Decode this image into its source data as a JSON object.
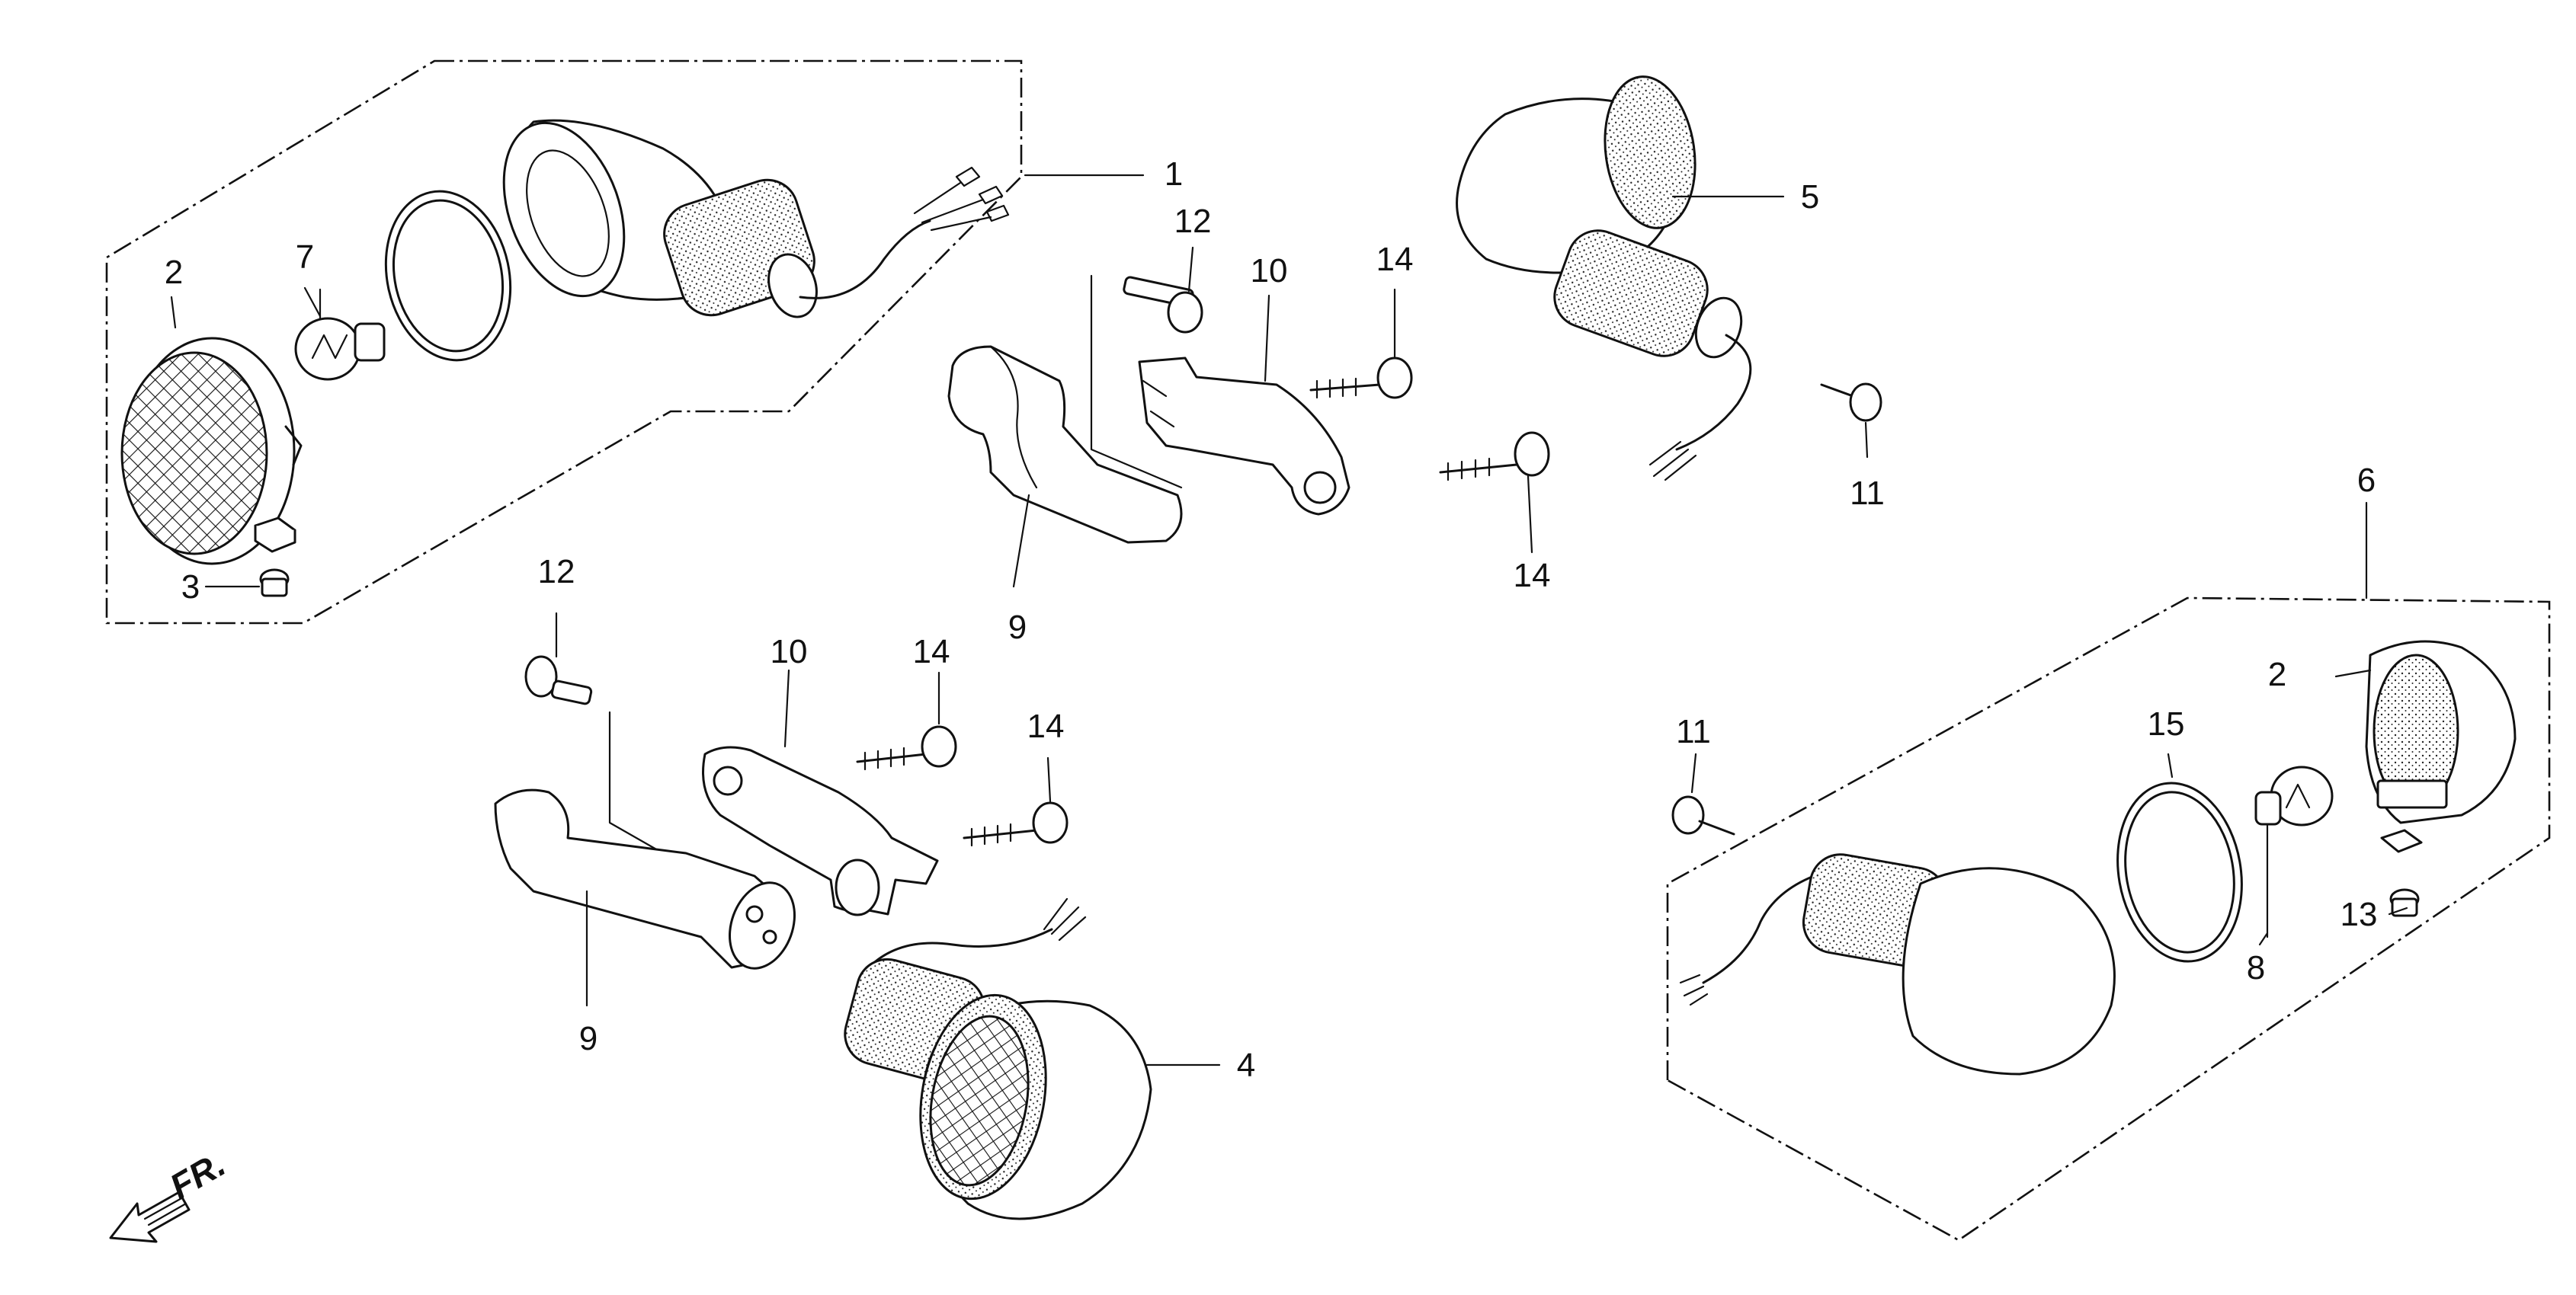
{
  "callouts": {
    "c1": "1",
    "c2a": "2",
    "c2b": "2",
    "c3": "3",
    "c4": "4",
    "c5": "5",
    "c6": "6",
    "c7": "7",
    "c8": "8",
    "c9a": "9",
    "c9b": "9",
    "c10a": "10",
    "c10b": "10",
    "c11a": "11",
    "c11b": "11",
    "c12a": "12",
    "c12b": "12",
    "c13": "13",
    "c14a": "14",
    "c14b": "14",
    "c14c": "14",
    "c14d": "14",
    "c15": "15"
  },
  "direction_label": "FR.",
  "colors": {
    "ink": "#111111",
    "paper": "#ffffff"
  }
}
